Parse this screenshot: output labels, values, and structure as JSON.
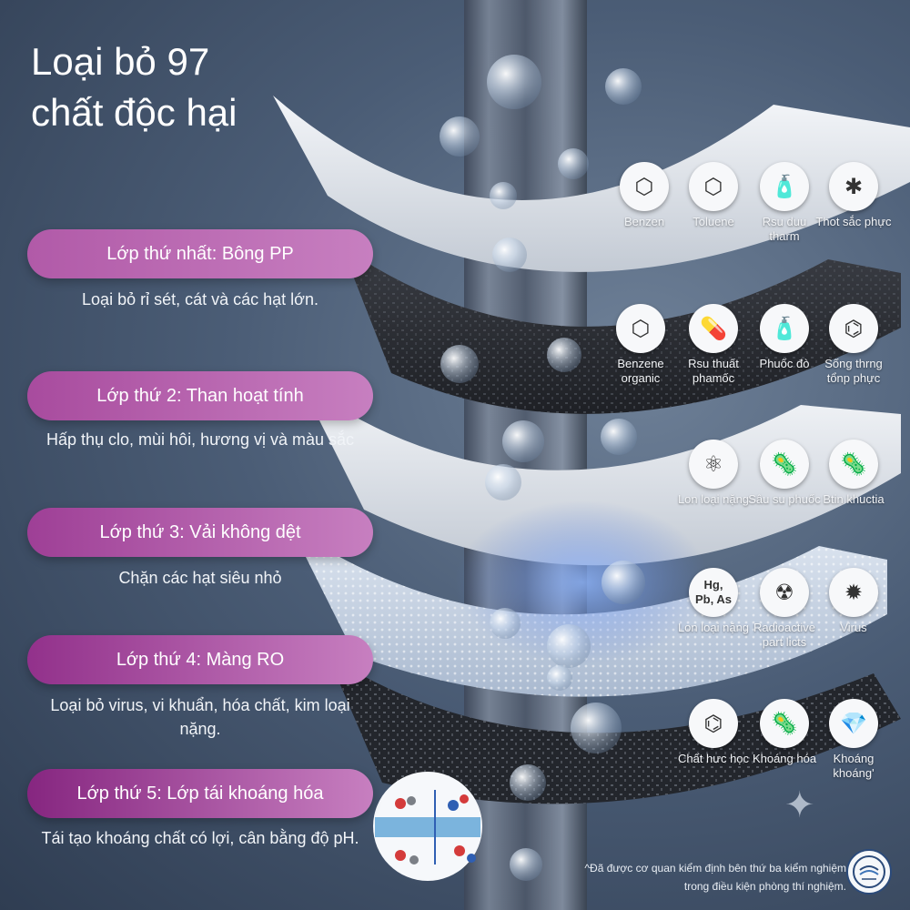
{
  "title": "Loại bỏ 97 chất độc hại",
  "layers": [
    {
      "label": "Lớp thứ nhất: Bông PP",
      "desc": "Loại bỏ rỉ sét, cát và các hạt lớn.",
      "color": "#b15aa8"
    },
    {
      "label": "Lớp thứ 2: Than hoạt tính",
      "desc": "Hấp thụ clo, mùi hôi, hương vị và màu sắc",
      "color": "#a84b9e"
    },
    {
      "label": "Lớp thứ 3: Vải không dệt",
      "desc": "Chặn các hạt siêu nhỏ",
      "color": "#9e3f96"
    },
    {
      "label": "Lớp thứ 4: Màng RO",
      "desc": "Loại bỏ virus, vi khuẩn, hóa chất, kim loại nặng.",
      "color": "#92318b"
    },
    {
      "label": "Lớp thứ 5: Lớp tái khoáng hóa",
      "desc": "Tái tạo khoáng chất có lợi, cân bằng độ pH.",
      "color": "#862680"
    }
  ],
  "icons": {
    "row1": [
      {
        "label": "Benzen",
        "icon": "benzene-ring-icon",
        "glyph": "⬡"
      },
      {
        "label": "Toluene",
        "icon": "toluene-icon",
        "glyph": "⬡"
      },
      {
        "label": "Rsu duu tharm",
        "icon": "perfume-bottle-icon",
        "glyph": "🧴"
      },
      {
        "label": "Thot sắc phực",
        "icon": "molecule-network-icon",
        "glyph": "✱"
      }
    ],
    "row2": [
      {
        "label": "Benzene organic",
        "icon": "benzene-organic-icon",
        "glyph": "⬡"
      },
      {
        "label": "Rsu thuất phamốc",
        "icon": "pills-icon",
        "glyph": "💊"
      },
      {
        "label": "Phuốc đò",
        "icon": "spray-bottle-icon",
        "glyph": "🧴"
      },
      {
        "label": "Sống thrng tổnp phực",
        "icon": "compound-structure-icon",
        "glyph": "⌬"
      }
    ],
    "row3": [
      {
        "label": "Lon loại nặng",
        "icon": "molecule-icon",
        "glyph": "⚛"
      },
      {
        "label": "Sâu su phuốc",
        "icon": "bacteria-icon",
        "glyph": "🦠"
      },
      {
        "label": "Btin khuctia",
        "icon": "bacillus-icon",
        "glyph": "🦠"
      }
    ],
    "row4": [
      {
        "label": "Lon loại nặng",
        "icon": "heavy-metals-icon",
        "text": "Hg,\nPb, As"
      },
      {
        "label": "Radioactive part licts",
        "icon": "radioactive-icon",
        "glyph": "☢"
      },
      {
        "label": "Virus",
        "icon": "virus-icon",
        "glyph": "✹"
      }
    ],
    "row5": [
      {
        "label": "Chất hưc học",
        "icon": "chemical-structure-icon",
        "glyph": "⌬"
      },
      {
        "label": "Khoáng hóa",
        "icon": "mineral-bacteria-icon",
        "glyph": "🦠"
      },
      {
        "label": "Khoáng khoáng'",
        "icon": "crystal-icon",
        "glyph": "💎"
      }
    ]
  },
  "footnote": "^Đã được cơ quan kiểm định bên thứ ba kiểm nghiệm trong điều kiện phòng thí nghiệm.",
  "colors": {
    "background": "#4b5d76",
    "pill_accent": "#a84b9e",
    "filter_white": "#e9edf2",
    "carbon_dark": "#2a2d33"
  }
}
